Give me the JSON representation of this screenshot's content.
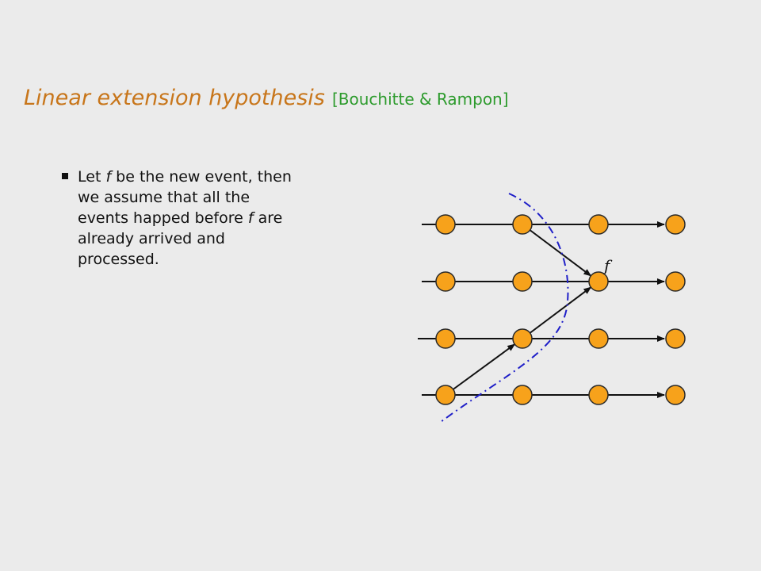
{
  "title": {
    "main": "Linear extension hypothesis",
    "citation": "[Bouchitte & Rampon]"
  },
  "bullet": {
    "lines": [
      {
        "parts": [
          {
            "t": "Let ",
            "i": false
          },
          {
            "t": "f",
            "i": true
          },
          {
            "t": " be the new event, then",
            "i": false
          }
        ]
      },
      {
        "parts": [
          {
            "t": "we assume that all the",
            "i": false
          }
        ]
      },
      {
        "parts": [
          {
            "t": "events happed before ",
            "i": false
          },
          {
            "t": "f",
            "i": true
          },
          {
            "t": " are",
            "i": false
          }
        ]
      },
      {
        "parts": [
          {
            "t": "already arrived and",
            "i": false
          }
        ]
      },
      {
        "parts": [
          {
            "t": "processed.",
            "i": false
          }
        ]
      }
    ]
  },
  "diagram": {
    "event_label": "f",
    "processes": 4,
    "events_per_process": 4,
    "messages": [
      {
        "from": [
          0,
          1
        ],
        "to": [
          1,
          2
        ]
      },
      {
        "from": [
          3,
          0
        ],
        "to": [
          2,
          1
        ]
      },
      {
        "from": [
          2,
          1
        ],
        "to": [
          1,
          2
        ]
      }
    ],
    "labeled_event": [
      1,
      2
    ],
    "colors": {
      "node_fill": "#f7a21b",
      "node_stroke": "#2a2a2a",
      "line": "#111111",
      "cut": "#1f1fc8"
    }
  }
}
